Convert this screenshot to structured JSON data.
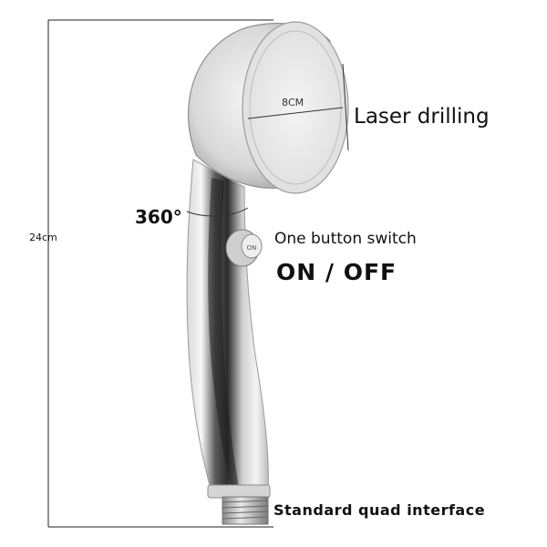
{
  "labels": {
    "height": "24cm",
    "diameter": "8CM",
    "laser": "Laser drilling",
    "rotation": "360°",
    "switch": "One button switch",
    "on_off": "ON / OFF",
    "interface": "Standard quad interface"
  },
  "colors": {
    "background": "#ffffff",
    "chrome_dark": "#3a3a3a",
    "chrome_light": "#f2f2f2",
    "dimension_line": "#222222"
  }
}
